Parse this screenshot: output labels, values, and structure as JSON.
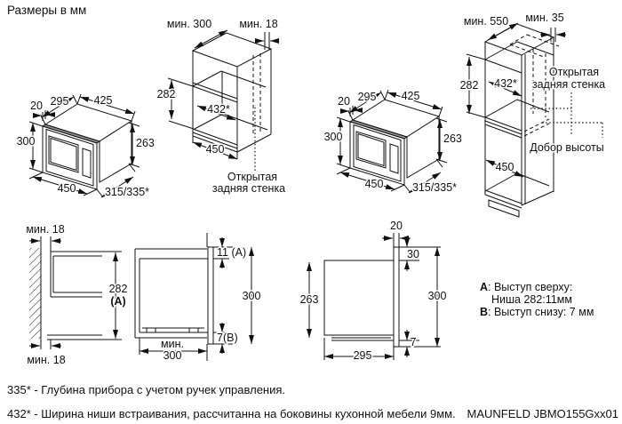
{
  "page": {
    "title": "Размеры в мм"
  },
  "ovenIso": {
    "d20": "20",
    "d295": "295",
    "d425": "425",
    "d300": "300",
    "d263": "263",
    "d450": "450",
    "d315": "315/335*"
  },
  "wallCab": {
    "min300": "мин. 300",
    "min18": "мин. 18",
    "d282": "282",
    "d432": "432*",
    "d450": "450",
    "ob1": "Открытая",
    "ob2": "задняя стенка"
  },
  "tallCab": {
    "min550": "мин. 550",
    "min35": "мин. 35",
    "d282": "282",
    "d432": "432*",
    "d450": "450",
    "ob1": "Открытая",
    "ob2": "задняя стенка",
    "filler": "Добор высоты"
  },
  "view5": {
    "min18_top": "мин. 18",
    "min18_bottom": "мин. 18",
    "d282": "282",
    "d282_note": "(A)"
  },
  "view6": {
    "d11": "11 (A)",
    "d300": "300",
    "d7": "7(B)",
    "min_l1": "мин.",
    "min_l2": "300"
  },
  "view7": {
    "d20": "20",
    "d30": "30",
    "d263": "263",
    "d300": "300",
    "d7": "7",
    "d295": "295"
  },
  "legend": {
    "a_label": "A",
    "a_text": ": Выступ сверху:",
    "a_line2": "Ниша 282:11мм",
    "b_label": "B",
    "b_text": ": Выступ снизу: 7 мм"
  },
  "footer": {
    "note335": "335* - Глубина прибора с учетом ручек управления.",
    "note432": "432* - Ширина ниши встраивания, рассчитанна на боковины кухонной мебели 9мм.",
    "model": "MAUNFELD JBMO155Gxx01"
  }
}
